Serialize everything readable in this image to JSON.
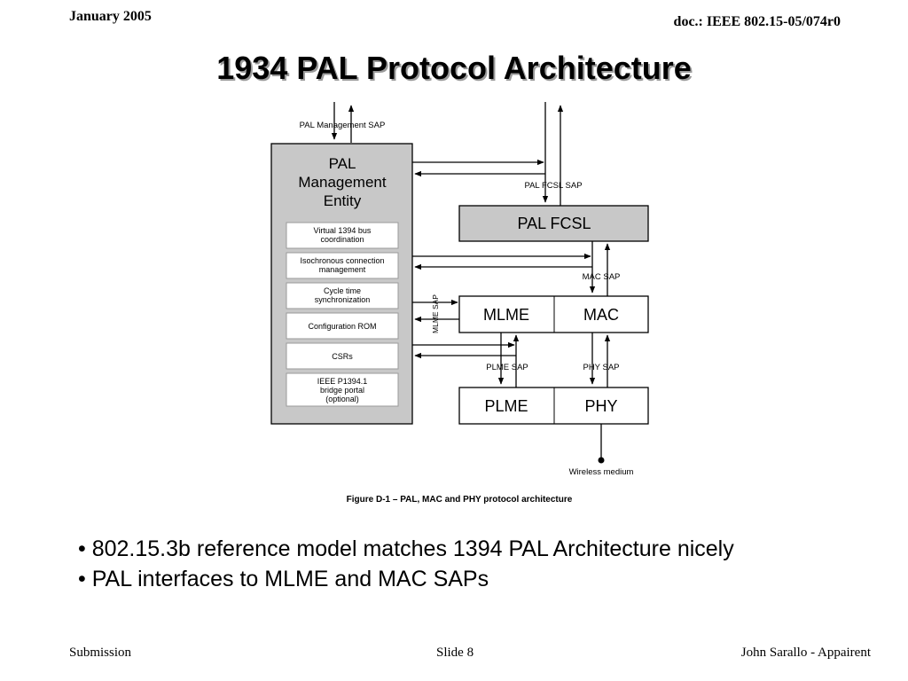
{
  "header": {
    "date": "January 2005",
    "doc_id": "doc.: IEEE 802.15-05/074r0"
  },
  "title": "1934 PAL Protocol Architecture",
  "diagram": {
    "pal_mgmt_sap_label": "PAL Management SAP",
    "pme": {
      "title_lines": [
        "PAL",
        "Management",
        "Entity"
      ],
      "items": [
        [
          "Virtual 1394 bus",
          "coordination"
        ],
        [
          "Isochronous connection",
          "management"
        ],
        [
          "Cycle time",
          "synchronization"
        ],
        [
          "Configuration ROM"
        ],
        [
          "CSRs"
        ],
        [
          "IEEE P1394.1",
          "bridge portal",
          "(optional)"
        ]
      ]
    },
    "pal_fcsl_sap_label": "PAL FCSL SAP",
    "pal_fcsl_label": "PAL FCSL",
    "mac_sap_label": "MAC SAP",
    "mlme_sap_label": "MLME SAP",
    "mlme_label": "MLME",
    "mac_label": "MAC",
    "plme_sap_label": "PLME SAP",
    "phy_sap_label": "PHY SAP",
    "plme_label": "PLME",
    "phy_label": "PHY",
    "wireless_label": "Wireless medium",
    "caption": "Figure D-1 – PAL, MAC and PHY protocol architecture",
    "colors": {
      "box_fill": "#c8c8c8",
      "line": "#000000"
    }
  },
  "bullets": [
    "• 802.15.3b reference model matches 1394 PAL Architecture nicely",
    "• PAL interfaces to MLME and MAC SAPs"
  ],
  "footer": {
    "left": "Submission",
    "center": "Slide 8",
    "right": "John Sarallo - Appairent"
  }
}
